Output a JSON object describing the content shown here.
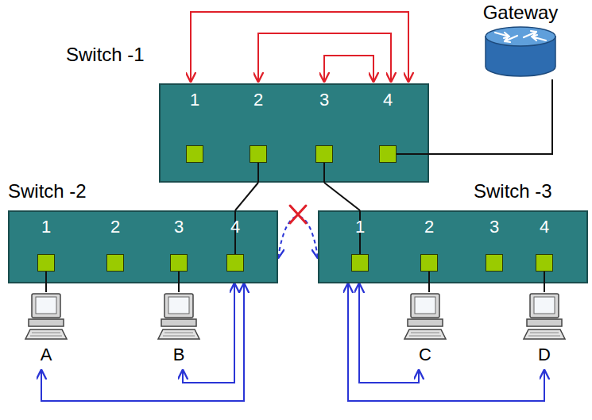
{
  "diagram": {
    "nodes": [
      {
        "text": [
          "Switch -1",
          "1",
          "2",
          "3",
          "4"
        ]
      },
      {
        "text": [
          "Gateway"
        ]
      },
      {
        "text": [
          "Switch -2",
          "1",
          "2",
          "3",
          "4"
        ]
      },
      {
        "text": [
          "Switch -3",
          "1",
          "2",
          "3",
          "4"
        ]
      },
      {
        "text": [
          "A"
        ]
      },
      {
        "text": [
          "B"
        ]
      },
      {
        "text": [
          "C"
        ]
      },
      {
        "text": [
          "D"
        ]
      }
    ],
    "edges": [
      {
        "from": 0,
        "to": 1,
        "arrow": "none"
      },
      {
        "from": 0,
        "to": 2,
        "arrow": "none"
      },
      {
        "from": 0,
        "to": 3,
        "arrow": "none"
      },
      {
        "from": 2,
        "to": 3,
        "arrow": "both"
      },
      {
        "from": 2,
        "to": 4,
        "arrow": "none"
      },
      {
        "from": 2,
        "to": 5,
        "arrow": "none"
      },
      {
        "from": 3,
        "to": 6,
        "arrow": "none"
      },
      {
        "from": 3,
        "to": 7,
        "arrow": "none"
      },
      {
        "from": 2,
        "to": 5,
        "arrow": "both"
      },
      {
        "from": 2,
        "to": 4,
        "arrow": "both"
      },
      {
        "from": 3,
        "to": 6,
        "arrow": "both"
      },
      {
        "from": 3,
        "to": 7,
        "arrow": "both"
      }
    ]
  }
}
